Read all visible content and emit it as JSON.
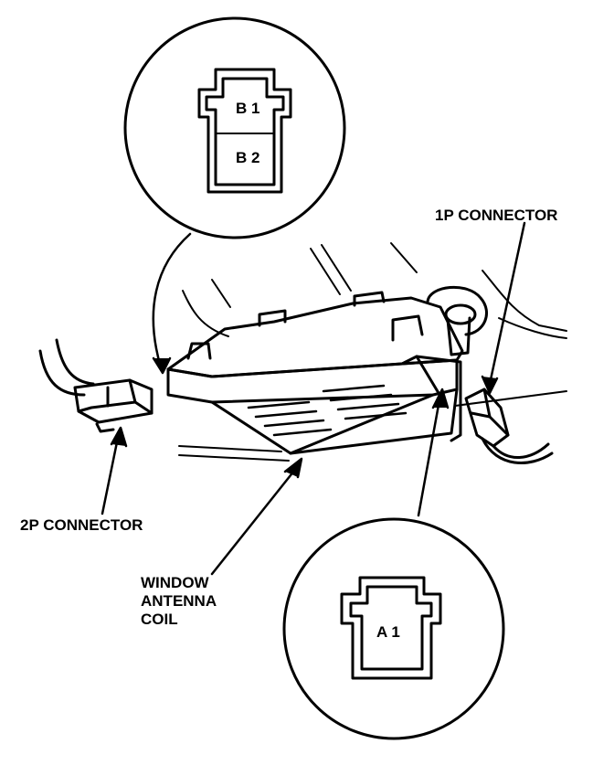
{
  "labels": {
    "connector_1p": "1P CONNECTOR",
    "connector_2p": "2P CONNECTOR",
    "coil_line1": "WINDOW",
    "coil_line2": "ANTENNA",
    "coil_line3": "COIL"
  },
  "terminals": {
    "b1": "B 1",
    "b2": "B 2",
    "a1": "A 1"
  }
}
